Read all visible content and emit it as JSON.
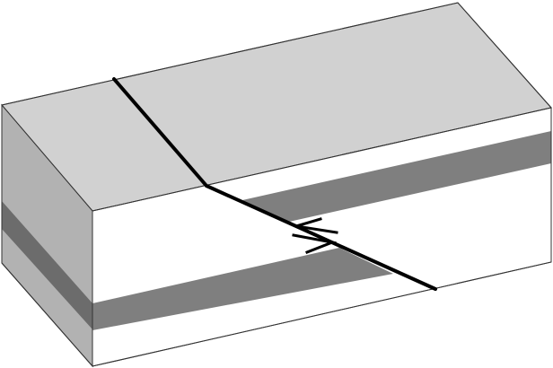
{
  "diagram": {
    "kind": "block-diagram",
    "subject": "thrust-fault",
    "labels": [],
    "shear_sense": "top-to-left",
    "colors": {
      "top_surface": "#d1d1d1",
      "side_face": "#b2b2b2",
      "front_face": "#ffffff",
      "dark_layer": "#6c6c6c",
      "mid_layer": "#7f7f7f",
      "outline": "#333333",
      "fault_line": "#000000"
    }
  }
}
